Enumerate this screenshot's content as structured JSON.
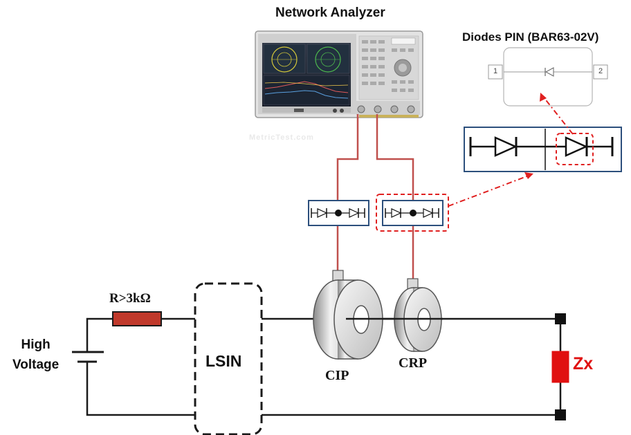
{
  "labels": {
    "network_analyzer": "Network Analyzer",
    "diodes_pin": "Diodes PIN (BAR63-02V)",
    "pin1": "1",
    "pin2": "2",
    "watermark": "MetricTest.com",
    "resistor": "R>3kΩ",
    "high": "High",
    "voltage": "Voltage",
    "lsin": "LSIN",
    "cip": "CIP",
    "crp": "CRP",
    "zx": "Zx"
  },
  "colors": {
    "wire": "#1a1a1a",
    "cable": "#c0504d",
    "frame_blue": "#2c4f7c",
    "highlight_red": "#e02020",
    "resistor_body": "#c0392b",
    "load_body": "#e01010"
  }
}
